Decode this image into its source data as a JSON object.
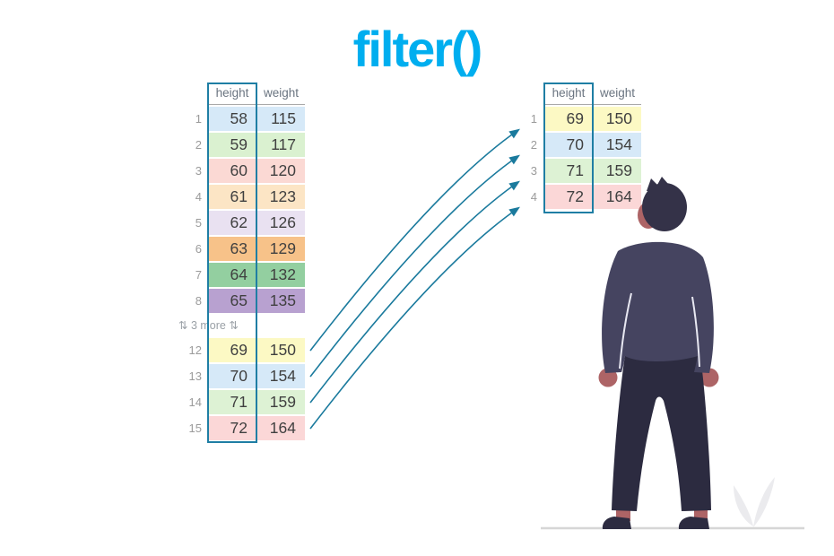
{
  "title": {
    "text": "filter()",
    "color": "#00aeef"
  },
  "left_table": {
    "name": "source table",
    "headers": {
      "height": "height",
      "weight": "weight"
    },
    "more_label": "⇅ 3 more ⇅",
    "selection_color": "#1f7ea4",
    "rows": [
      {
        "idx": "1",
        "height": "58",
        "weight": "115",
        "color": "#d6e9f8"
      },
      {
        "idx": "2",
        "height": "59",
        "weight": "117",
        "color": "#daf1d0"
      },
      {
        "idx": "3",
        "height": "60",
        "weight": "120",
        "color": "#fbd9d4"
      },
      {
        "idx": "4",
        "height": "61",
        "weight": "123",
        "color": "#fce5c5"
      },
      {
        "idx": "5",
        "height": "62",
        "weight": "126",
        "color": "#e9e1f1"
      },
      {
        "idx": "6",
        "height": "63",
        "weight": "129",
        "color": "#f7c289"
      },
      {
        "idx": "7",
        "height": "64",
        "weight": "132",
        "color": "#93cfa0"
      },
      {
        "idx": "8",
        "height": "65",
        "weight": "135",
        "color": "#b8a1d0"
      },
      {
        "idx": "12",
        "height": "69",
        "weight": "150",
        "color": "#fcf9c4"
      },
      {
        "idx": "13",
        "height": "70",
        "weight": "154",
        "color": "#d6e9f8"
      },
      {
        "idx": "14",
        "height": "71",
        "weight": "159",
        "color": "#ddf2d4"
      },
      {
        "idx": "15",
        "height": "72",
        "weight": "164",
        "color": "#fbd7d7"
      }
    ]
  },
  "right_table": {
    "name": "filtered result table",
    "headers": {
      "height": "height",
      "weight": "weight"
    },
    "selection_color": "#1f7ea4",
    "rows": [
      {
        "idx": "1",
        "height": "69",
        "weight": "150",
        "color": "#fcf9c4"
      },
      {
        "idx": "2",
        "height": "70",
        "weight": "154",
        "color": "#d6e9f8"
      },
      {
        "idx": "3",
        "height": "71",
        "weight": "159",
        "color": "#ddf2d4"
      },
      {
        "idx": "4",
        "height": "72",
        "weight": "164",
        "color": "#fbd7d7"
      }
    ]
  },
  "arrows": {
    "color": "#1a7a9d",
    "mappings": [
      {
        "from": "12",
        "to": "1"
      },
      {
        "from": "13",
        "to": "2"
      },
      {
        "from": "14",
        "to": "3"
      },
      {
        "from": "15",
        "to": "4"
      }
    ]
  },
  "illustration": {
    "description": "person standing, seen from behind, looking up at the result table",
    "hair": "#343248",
    "skin": "#ad6466",
    "sweater": "#454460",
    "pants": "#2c2b40",
    "seam": "#e8e8f2",
    "shoes": "#2c2b40",
    "ground": "#d6d6d6",
    "leaf": "#ebebee"
  }
}
